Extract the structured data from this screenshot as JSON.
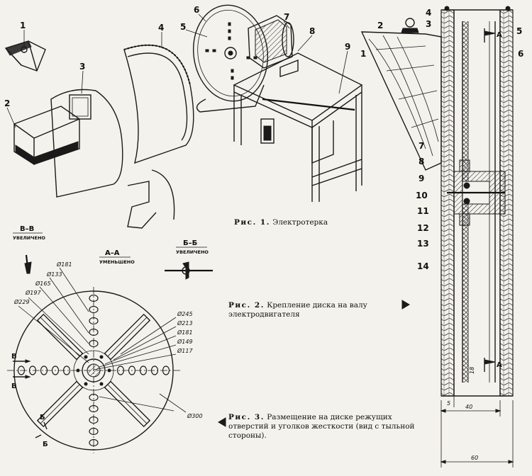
{
  "figure1": {
    "caption_lead": "Рис. 1.",
    "caption_text": "Электротерка",
    "labels": [
      "1",
      "2",
      "3",
      "4",
      "5",
      "6",
      "7",
      "8",
      "9"
    ]
  },
  "figure2": {
    "caption_lead": "Рис. 2.",
    "caption_text": "Крепление диска на валу электродвигателя",
    "labels": [
      "1",
      "2",
      "3",
      "4",
      "5",
      "6",
      "7",
      "8",
      "9",
      "10",
      "11",
      "12",
      "13",
      "14"
    ],
    "section_marker": "А",
    "dimensions": [
      "18",
      "5",
      "40",
      "60"
    ]
  },
  "figure3": {
    "caption_lead": "Рис. 3.",
    "caption_text": "Размещение на диске режущих отверстий и уголков жесткости (вид с тыльной стороны).",
    "section_vv": {
      "title": "В–В",
      "sub": "УВЕЛИЧЕНО"
    },
    "section_aa": {
      "title": "А–А",
      "sub": "УМЕНЬШЕНО"
    },
    "section_bb": {
      "title": "Б–Б",
      "sub": "УВЕЛИЧЕНО"
    },
    "diameters_left": [
      "Ø181",
      "Ø133",
      "Ø165",
      "Ø197",
      "Ø229"
    ],
    "diameters_right": [
      "Ø245",
      "Ø213",
      "Ø181",
      "Ø149",
      "Ø117"
    ],
    "diameter_outer": "Ø300",
    "marker_v": "В",
    "marker_b": "Б"
  }
}
